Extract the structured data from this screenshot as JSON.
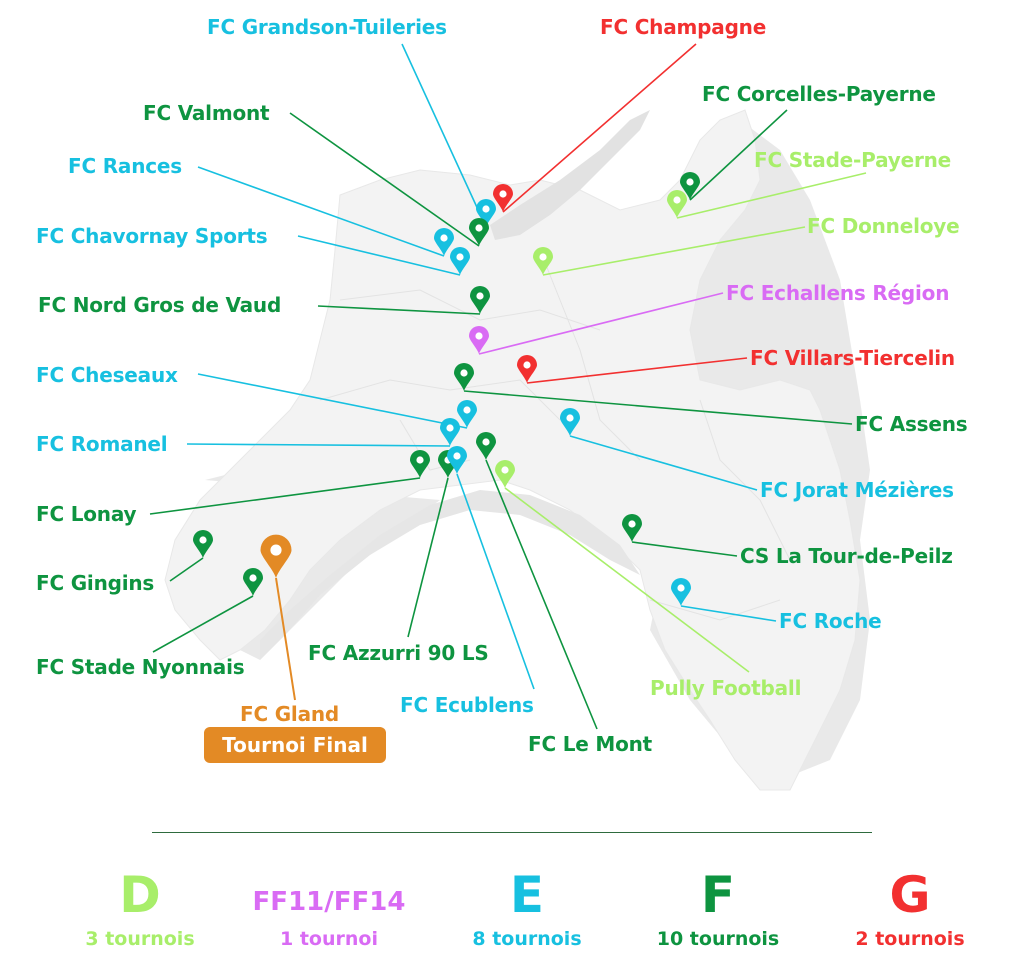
{
  "title": "Carte des tournois",
  "colors": {
    "D": "#a8ee6a",
    "FF": "#d96bf4",
    "E": "#17c0e0",
    "F": "#0e9440",
    "G": "#f23030",
    "final": "#e38a25",
    "map": "#f2f2f2",
    "map_shadow": "#dedede"
  },
  "clubs": [
    {
      "name": "FC Grandson-Tuileries",
      "cat": "E"
    },
    {
      "name": "FC Champagne",
      "cat": "G"
    },
    {
      "name": "FC Valmont",
      "cat": "F"
    },
    {
      "name": "FC Corcelles-Payerne",
      "cat": "F"
    },
    {
      "name": "FC Rances",
      "cat": "E"
    },
    {
      "name": "FC Stade-Payerne",
      "cat": "D"
    },
    {
      "name": "FC Chavornay Sports",
      "cat": "E"
    },
    {
      "name": "FC Donneloye",
      "cat": "D"
    },
    {
      "name": "FC Nord Gros de Vaud",
      "cat": "F"
    },
    {
      "name": "FC Echallens Région",
      "cat": "FF"
    },
    {
      "name": "FC Villars-Tiercelin",
      "cat": "G"
    },
    {
      "name": "FC Cheseaux",
      "cat": "E"
    },
    {
      "name": "FC Assens",
      "cat": "F"
    },
    {
      "name": "FC Romanel",
      "cat": "E"
    },
    {
      "name": "FC Jorat Mézières",
      "cat": "E"
    },
    {
      "name": "FC Lonay",
      "cat": "F"
    },
    {
      "name": "CS La Tour-de-Peilz",
      "cat": "F"
    },
    {
      "name": "FC Gingins",
      "cat": "F"
    },
    {
      "name": "FC Roche",
      "cat": "E"
    },
    {
      "name": "FC Stade Nyonnais",
      "cat": "F"
    },
    {
      "name": "FC Azzurri 90 LS",
      "cat": "F"
    },
    {
      "name": "Pully Football",
      "cat": "D"
    },
    {
      "name": "FC Ecublens",
      "cat": "E"
    },
    {
      "name": "FC Le Mont",
      "cat": "F"
    },
    {
      "name": "FC Gland",
      "cat": "final"
    }
  ],
  "final": {
    "badge": "Tournoi Final"
  },
  "legend": [
    {
      "key": "D",
      "label": "D",
      "count": "3 tournois"
    },
    {
      "key": "FF",
      "label": "FF11/FF14",
      "count": "1 tournoi"
    },
    {
      "key": "E",
      "label": "E",
      "count": "8 tournois"
    },
    {
      "key": "F",
      "label": "F",
      "count": "10 tournois"
    },
    {
      "key": "G",
      "label": "G",
      "count": "2 tournois"
    }
  ]
}
